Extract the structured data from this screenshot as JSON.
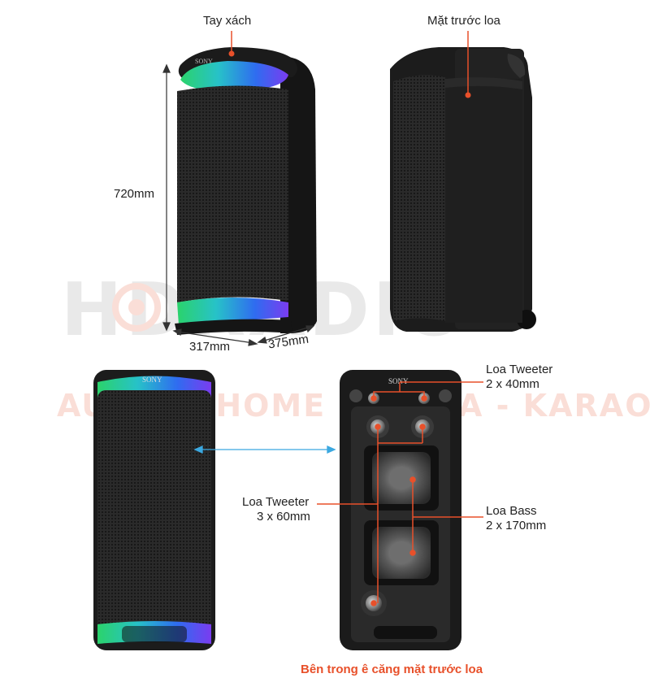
{
  "labels": {
    "handle": "Tay xách",
    "front_face": "Mặt trước loa",
    "height": "720mm",
    "width": "317mm",
    "depth": "375mm",
    "tweeter_small": [
      "Loa Tweeter",
      "2 x 40mm"
    ],
    "tweeter_large": [
      "Loa Tweeter",
      "3 x 60mm"
    ],
    "bass": [
      "Loa Bass",
      "2 x 170mm"
    ],
    "caption": "Bên trong ê căng mặt trước loa"
  },
  "brand": "SONY",
  "watermark": {
    "logo_text": "HDRADIO",
    "tagline": "AUDIO - HOME CINEMA - KARAOKE"
  },
  "colors": {
    "accent": "#e8502a",
    "arrow_blue": "#3ba8e0",
    "speaker_body": "#1e1e1e",
    "grille": "#2c2c2c"
  }
}
